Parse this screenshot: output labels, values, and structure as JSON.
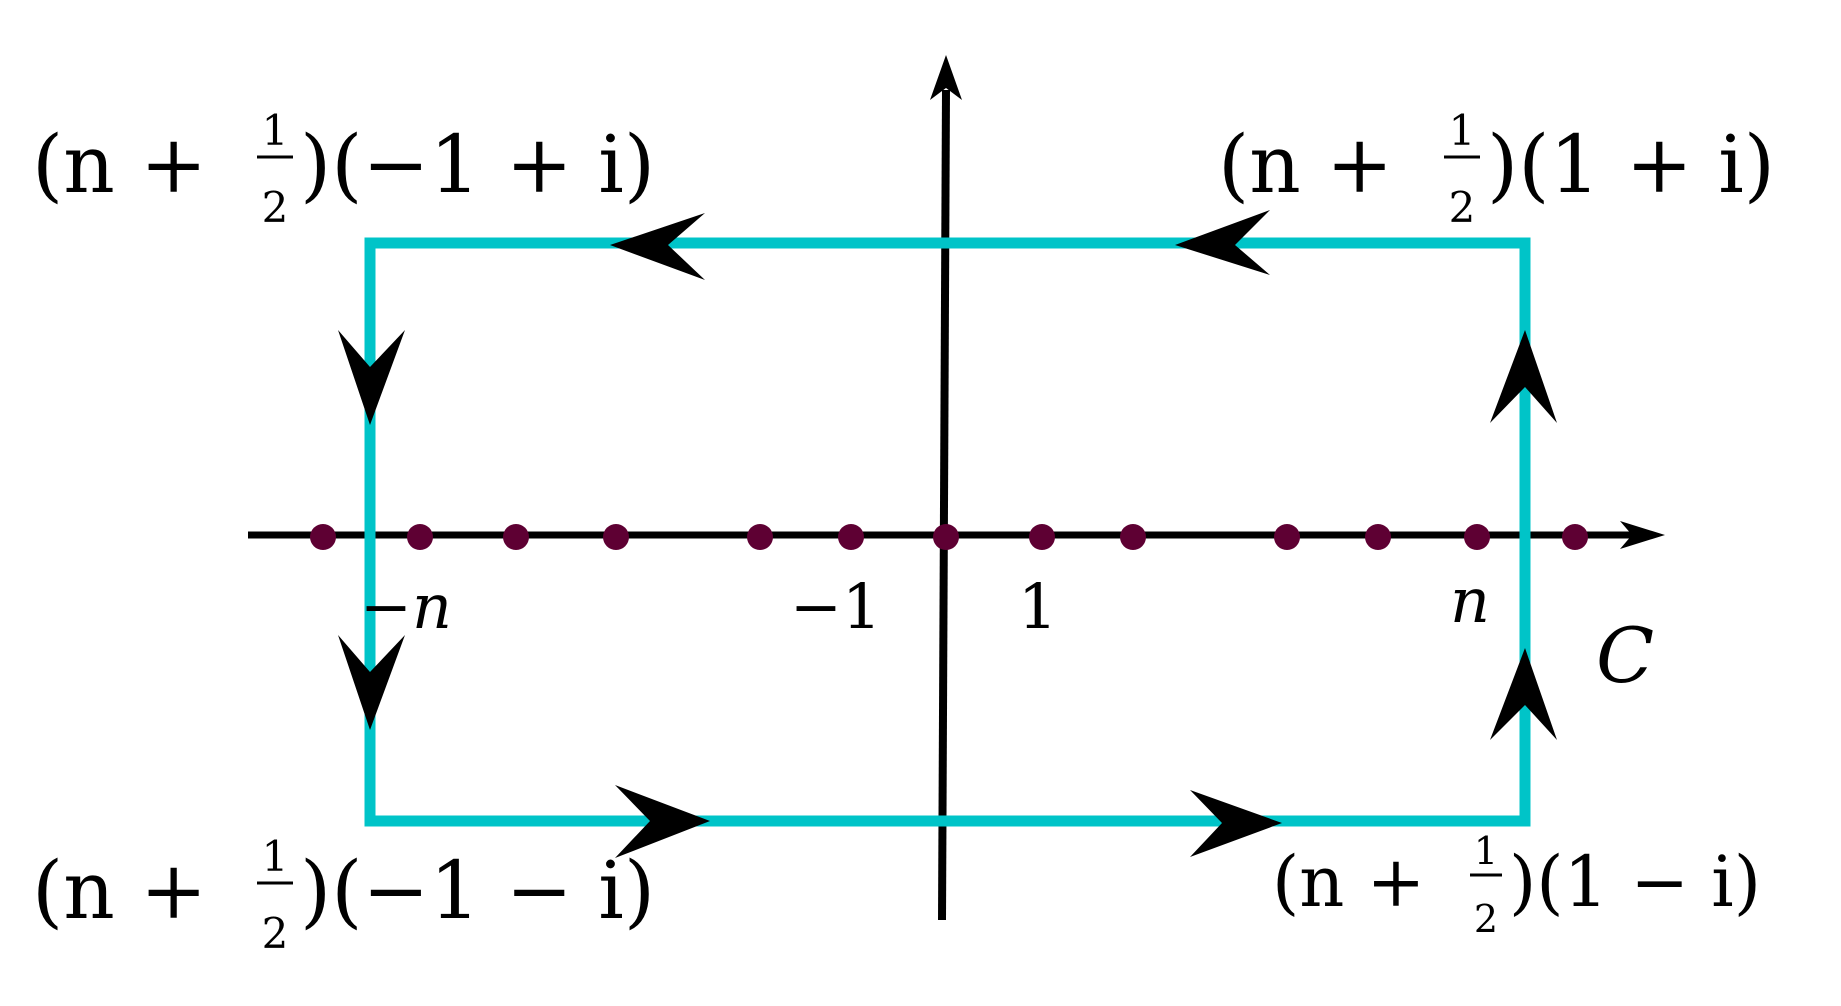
{
  "colors": {
    "contour": "#00c4c8",
    "axis": "#000000",
    "pole": "#5e0033",
    "arrow": "#000000"
  },
  "corners": {
    "top_left": {
      "lead": "(n + ",
      "num": "1",
      "den": "2",
      "tail": ")(−1 + i)"
    },
    "top_right": {
      "lead": "(n + ",
      "num": "1",
      "den": "2",
      "tail": ")(1 + i)"
    },
    "bottom_left": {
      "lead": "(n + ",
      "num": "1",
      "den": "2",
      "tail": ")(−1 − i)"
    },
    "bottom_right": {
      "lead": "(n + ",
      "num": "1",
      "den": "2",
      "tail": ")(1 − i)"
    }
  },
  "tick_labels": {
    "neg_n": "−n",
    "neg_one": "−1",
    "one": "1",
    "n": "n"
  },
  "contour_label": "C",
  "poles": {
    "count": 13
  }
}
